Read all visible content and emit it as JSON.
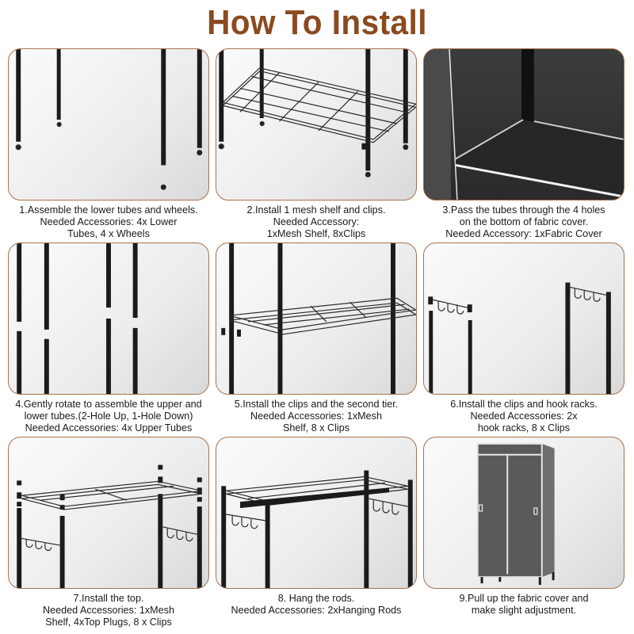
{
  "title": "How To Install",
  "colors": {
    "title": "#8b4a1f",
    "panel_border": "#a8724d",
    "tube": "#1b1b1b",
    "fabric": "#5a5a5a"
  },
  "steps": [
    {
      "number": 1,
      "illustration": "lower-tubes-and-wheels",
      "lines": [
        "1.Assemble the lower tubes and wheels.",
        "Needed Accessories: 4x Lower",
        "Tubes, 4 x Wheels"
      ]
    },
    {
      "number": 2,
      "illustration": "mesh-shelf-and-clips",
      "lines": [
        "2.Install 1 mesh shelf and clips.",
        "Needed Accessory:",
        "1xMesh Shelf, 8xClips"
      ]
    },
    {
      "number": 3,
      "illustration": "fabric-cover-bottom",
      "lines": [
        "3.Pass the tubes through the 4 holes",
        "on the bottom of fabric cover.",
        "Needed Accessory: 1xFabric Cover"
      ]
    },
    {
      "number": 4,
      "illustration": "upper-and-lower-tubes",
      "lines": [
        "4.Gently rotate to assemble the upper and",
        "lower tubes.(2-Hole Up, 1-Hole Down)",
        "Needed Accessories: 4x Upper Tubes"
      ]
    },
    {
      "number": 5,
      "illustration": "second-tier-shelf",
      "lines": [
        "5.Install the clips and the second tier.",
        "Needed Accessories: 1xMesh",
        "Shelf, 8 x Clips"
      ]
    },
    {
      "number": 6,
      "illustration": "hook-racks",
      "lines": [
        "6.Install the clips and hook racks.",
        "Needed Accessories: 2x",
        "hook racks, 8 x Clips"
      ]
    },
    {
      "number": 7,
      "illustration": "top-shelf",
      "lines": [
        "7.Install the top.",
        "Needed Accessories: 1xMesh",
        "Shelf, 4xTop Plugs, 8 x Clips"
      ]
    },
    {
      "number": 8,
      "illustration": "hanging-rods",
      "lines": [
        "8. Hang the rods.",
        "Needed Accessories: 2xHanging Rods"
      ]
    },
    {
      "number": 9,
      "illustration": "finished-wardrobe",
      "lines": [
        "9.Pull up the fabric cover and",
        "make slight adjustment."
      ]
    }
  ]
}
